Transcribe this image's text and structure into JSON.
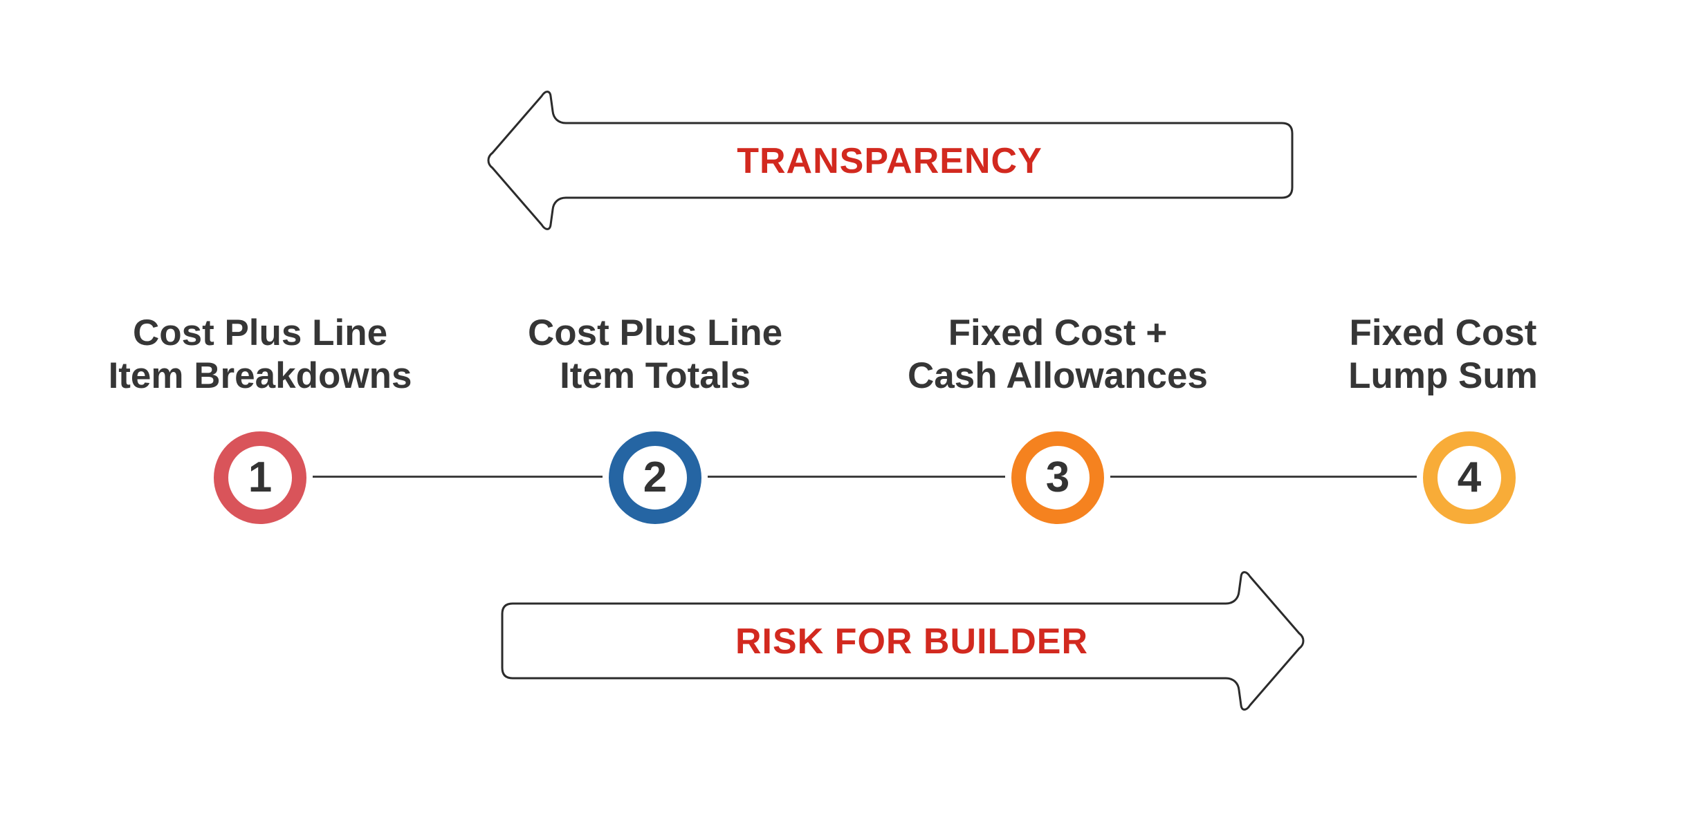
{
  "diagram": {
    "title_hint": "Construction contract types: transparency vs risk for builder",
    "top_arrow": {
      "label": "TRANSPARENCY",
      "direction": "left"
    },
    "bottom_arrow": {
      "label": "RISK FOR BUILDER",
      "direction": "right"
    },
    "stages": [
      {
        "number": "1",
        "title_line1": "Cost Plus Line",
        "title_line2": "Item Breakdowns",
        "color": "#D9545A"
      },
      {
        "number": "2",
        "title_line1": "Cost Plus Line",
        "title_line2": "Item Totals",
        "color": "#2565A3"
      },
      {
        "number": "3",
        "title_line1": "Fixed Cost +",
        "title_line2": "Cash Allowances",
        "color": "#F5821F"
      },
      {
        "number": "4",
        "title_line1": "Fixed Cost",
        "title_line2": "Lump Sum",
        "color": "#F8AC38"
      }
    ],
    "colors": {
      "arrow_text": "#D2291F",
      "label_text": "#363636",
      "connector": "#3D3D3D",
      "arrow_outline": "#2B2B2B",
      "background": "#FFFFFF"
    }
  }
}
